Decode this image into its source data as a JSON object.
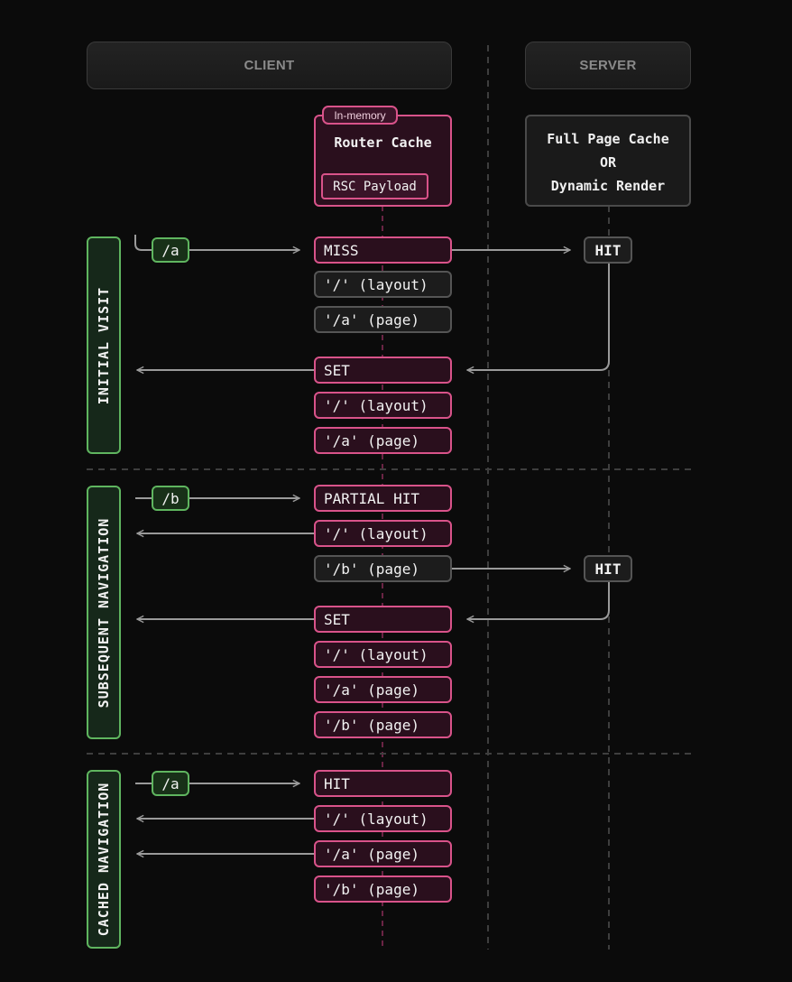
{
  "columns": {
    "client": "CLIENT",
    "server": "SERVER"
  },
  "router_cache": {
    "tag": "In-memory",
    "title": "Router Cache",
    "payload": "RSC Payload"
  },
  "server_box": {
    "line1": "Full Page Cache",
    "line2": "OR",
    "line3": "Dynamic Render"
  },
  "sections": {
    "initial": "INITIAL VISIT",
    "subsequent": "SUBSEQUENT NAVIGATION",
    "cached": "CACHED NAVIGATION"
  },
  "routes": {
    "r1": "/a",
    "r2": "/b",
    "r3": "/a"
  },
  "server_hits": {
    "h1": "HIT",
    "h2": "HIT"
  },
  "rows": {
    "s1": [
      "MISS",
      "'/' (layout)",
      "'/a' (page)",
      "SET",
      "'/' (layout)",
      "'/a' (page)"
    ],
    "s2": [
      "PARTIAL HIT",
      "'/' (layout)",
      "'/b' (page)",
      "SET",
      "'/' (layout)",
      "'/a' (page)",
      "'/b' (page)"
    ],
    "s3": [
      "HIT",
      "'/' (layout)",
      "'/a' (page)",
      "'/b' (page)"
    ]
  },
  "colors": {
    "pink": "#d9538a",
    "pink_fill": "#2a0f1d",
    "green": "#5fb55f",
    "green_fill": "#183018",
    "gray_border": "#555555",
    "arrow": "#9a9a9a",
    "background": "#0b0b0b"
  }
}
